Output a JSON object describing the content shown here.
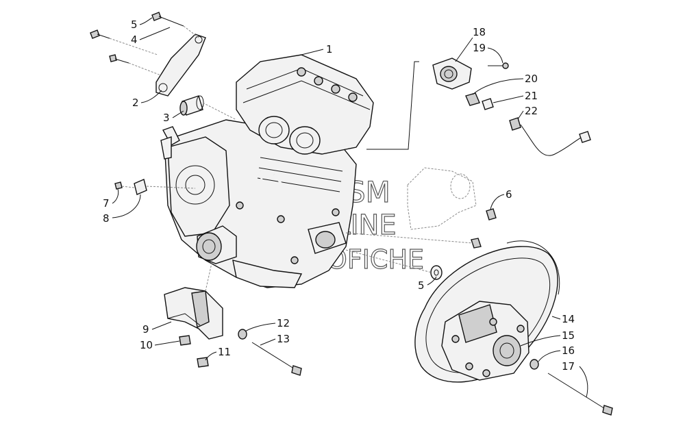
{
  "callouts": {
    "c1": "1",
    "c2": "2",
    "c3": "3",
    "c4": "4",
    "c5a": "5",
    "c5b": "5",
    "c6": "6",
    "c7": "7",
    "c8": "8",
    "c9": "9",
    "c10": "10",
    "c11": "11",
    "c12": "12",
    "c13": "13",
    "c14": "14",
    "c15": "15",
    "c16": "16",
    "c17": "17",
    "c18": "18",
    "c19": "19",
    "c20": "20",
    "c21": "21",
    "c22": "22"
  },
  "watermark": {
    "line1": "HLSM",
    "line2": "ONLINE",
    "line3": "MICROFICHE"
  }
}
